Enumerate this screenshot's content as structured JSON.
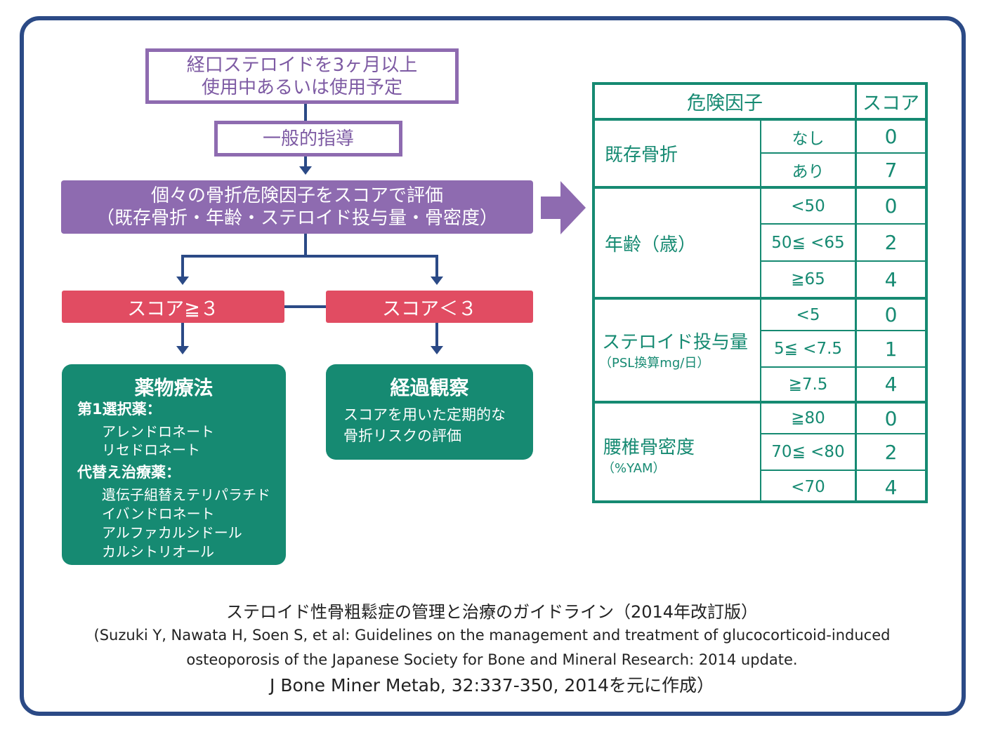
{
  "flow": {
    "start_line1": "経口ステロイドを3ヶ月以上",
    "start_line2": "使用中あるいは使用予定",
    "general": "一般的指導",
    "evaluate_line1": "個々の骨折危険因子をスコアで評価",
    "evaluate_line2": "（既存骨折・年齢・ステロイド投与量・骨密度）",
    "score_high": "スコア≧３",
    "score_low": "スコア＜３",
    "therapy": {
      "title": "薬物療法",
      "first_choice_label": "第1選択薬：",
      "first_choice": [
        "アレンドロネート",
        "リセドロネート"
      ],
      "alternative_label": "代替え治療薬：",
      "alternative": [
        "遺伝子組替えテリパラチド",
        "イバンドロネート",
        "アルファカルシドール",
        "カルシトリオール"
      ]
    },
    "observe": {
      "title": "経過観察",
      "line1": "スコアを用いた定期的な",
      "line2": "骨折リスクの評価"
    }
  },
  "table": {
    "header_factor": "危険因子",
    "header_score": "スコア",
    "groups": [
      {
        "name": "既存骨折",
        "sub": "",
        "rows": [
          {
            "cond": "なし",
            "score": "0"
          },
          {
            "cond": "あり",
            "score": "7"
          }
        ]
      },
      {
        "name": "年齢（歳）",
        "sub": "",
        "rows": [
          {
            "cond": "<50",
            "score": "0"
          },
          {
            "cond": "50≦ <65",
            "score": "2"
          },
          {
            "cond": "≧65",
            "score": "4"
          }
        ]
      },
      {
        "name": "ステロイド投与量",
        "sub": "（PSL換算mg/日）",
        "rows": [
          {
            "cond": "<5",
            "score": "0"
          },
          {
            "cond": "5≦ <7.5",
            "score": "1"
          },
          {
            "cond": "≧7.5",
            "score": "4"
          }
        ]
      },
      {
        "name": "腰椎骨密度",
        "sub": "（%YAM）",
        "rows": [
          {
            "cond": "≧80",
            "score": "0"
          },
          {
            "cond": "70≦ <80",
            "score": "2"
          },
          {
            "cond": "<70",
            "score": "4"
          }
        ]
      }
    ]
  },
  "footer": {
    "title": "ステロイド性骨粗鬆症の管理と治療のガイドライン（2014年改訂版）",
    "ref1": "(Suzuki Y, Nawata H, Soen S, et al: Guidelines on the management and treatment of glucocorticoid-induced",
    "ref2": "osteoporosis of the Japanese Society for Bone and Mineral Research: 2014 update.",
    "ref3": "J Bone Miner Metab, 32:337-350, 2014を元に作成）"
  },
  "colors": {
    "frame": "#2b4a86",
    "purple": "#8e6bb0",
    "red": "#e14c62",
    "green": "#168a72"
  }
}
